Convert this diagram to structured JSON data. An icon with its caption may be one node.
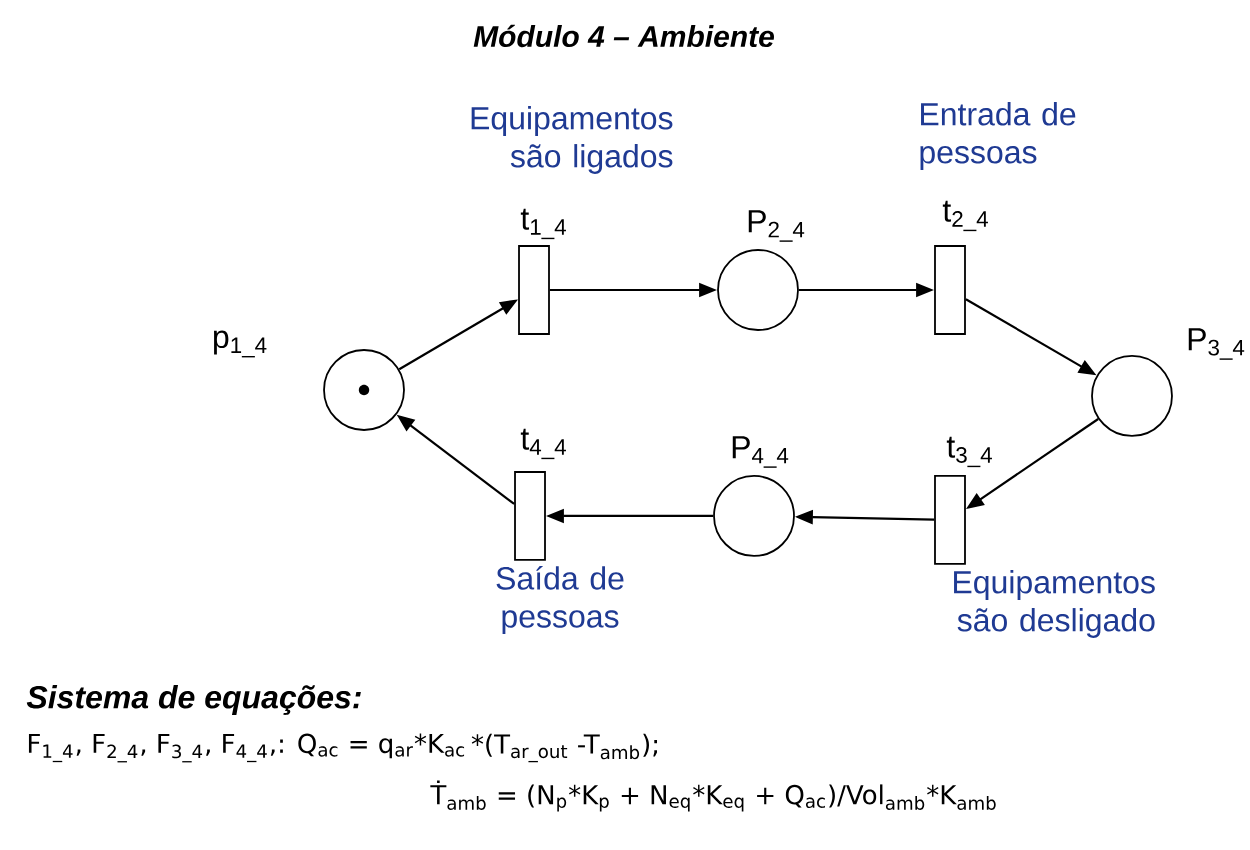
{
  "diagram": {
    "title": "Módulo 4 – Ambiente",
    "nodes": [
      {
        "text": [
          "p$_{1_4}$"
        ]
      },
      {
        "text": [
          "t$_{1_4}$"
        ],
        "beside": [
          "Equipamentos são ligados"
        ]
      },
      {
        "text": [
          "P$_{2_4}$"
        ]
      },
      {
        "text": [
          "t$_{2_4}$"
        ],
        "beside": [
          "Entrada de pessoas"
        ]
      },
      {
        "text": [
          "P$_{3_4}$"
        ]
      },
      {
        "text": [
          "t$_{3_4}$"
        ],
        "beside": [
          "Equipamentos são desligado"
        ]
      },
      {
        "text": [
          "P$_{4_4}$"
        ]
      },
      {
        "text": [
          "t$_{4_4}$"
        ],
        "beside": [
          "Saída de pessoas"
        ]
      }
    ],
    "edges": [
      {
        "from": 0,
        "to": 1,
        "arrow": "to"
      },
      {
        "from": 1,
        "to": 2,
        "arrow": "to"
      },
      {
        "from": 2,
        "to": 3,
        "arrow": "to"
      },
      {
        "from": 3,
        "to": 4,
        "arrow": "to"
      },
      {
        "from": 4,
        "to": 5,
        "arrow": "to"
      },
      {
        "from": 5,
        "to": 6,
        "arrow": "to"
      },
      {
        "from": 6,
        "to": 7,
        "arrow": "to"
      },
      {
        "from": 7,
        "to": 0,
        "arrow": "to"
      }
    ],
    "labels": [
      "Sistema de equações:",
      "F$_{1_4}$, F$_{2_4}$, F$_{3_4}$, F$_{4_4}$,: Q$_{ac}$ = q$_{ar}$*K$_{ac}$",
      "*(T$_{ar_out}$ -T$_{amb}$);",
      "Ṫ$_{amb}$ = (N$_{p}$*K$_{p}$ + N$_{eq}$*K$_{eq}$ + Q$_{ac}$)/Vol$_{amb}$*K$_{amb}$"
    ]
  }
}
